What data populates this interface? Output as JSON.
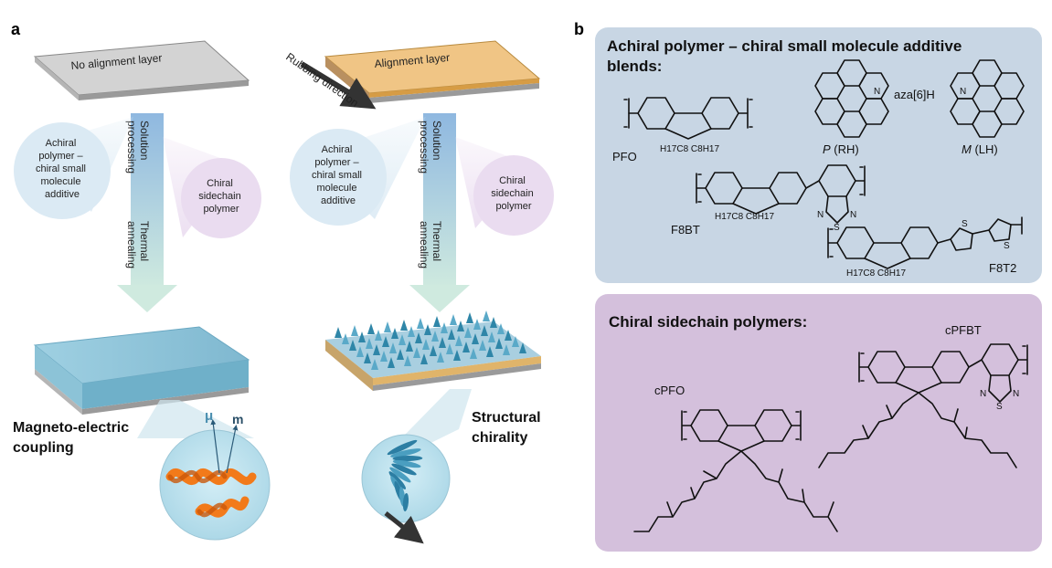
{
  "panel_a": {
    "label": "a",
    "left": {
      "slab_label": "No alignment layer",
      "bubble_left": [
        "Achiral",
        "polymer –",
        "chiral small",
        "molecule",
        "additive"
      ],
      "bubble_right": [
        "Chiral",
        "sidechain",
        "polymer"
      ],
      "arrow_top": [
        "Solution",
        "processing"
      ],
      "arrow_bottom": [
        "Thermal",
        "annealing"
      ],
      "result_label": [
        "Magneto-electric",
        "coupling"
      ],
      "mu_symbol": "μ",
      "m_symbol": "m"
    },
    "right": {
      "slab_label": "Alignment layer",
      "rubbing_label": "Rubbing direction",
      "bubble_left": [
        "Achiral",
        "polymer –",
        "chiral small",
        "molecule",
        "additive"
      ],
      "bubble_right": [
        "Chiral",
        "sidechain",
        "polymer"
      ],
      "arrow_top": [
        "Solution",
        "processing"
      ],
      "arrow_bottom": [
        "Thermal",
        "annealing"
      ],
      "result_label": [
        "Structural",
        "chirality"
      ]
    }
  },
  "panel_b": {
    "label": "b",
    "box1": {
      "title_line1": "Achiral polymer – chiral small molecule additive",
      "title_line2": "blends:",
      "pfo": "PFO",
      "pfo_sub": "H17C8 C8H17",
      "p_label": "P (RH)",
      "p_italic": "P",
      "p_rest": " (RH)",
      "aza": "aza[6]H",
      "m_italic": "M",
      "m_rest": " (LH)",
      "f8bt": "F8BT",
      "f8bt_sub": "H17C8 C8H17",
      "f8t2": "F8T2",
      "f8t2_sub": "H17C8 C8H17",
      "atom_n": "N",
      "atom_s": "S"
    },
    "box2": {
      "title": "Chiral sidechain polymers:",
      "cpfo": "cPFO",
      "cpfbt": "cPFBT",
      "atom_n": "N",
      "atom_s": "S"
    },
    "colors": {
      "box1_bg": "#c8d6e4",
      "box2_bg": "#d4c0dc",
      "alignment_layer": "#f0c585",
      "slab_blue": "#87c0d6",
      "helix_orange": "#f27a1a"
    }
  }
}
